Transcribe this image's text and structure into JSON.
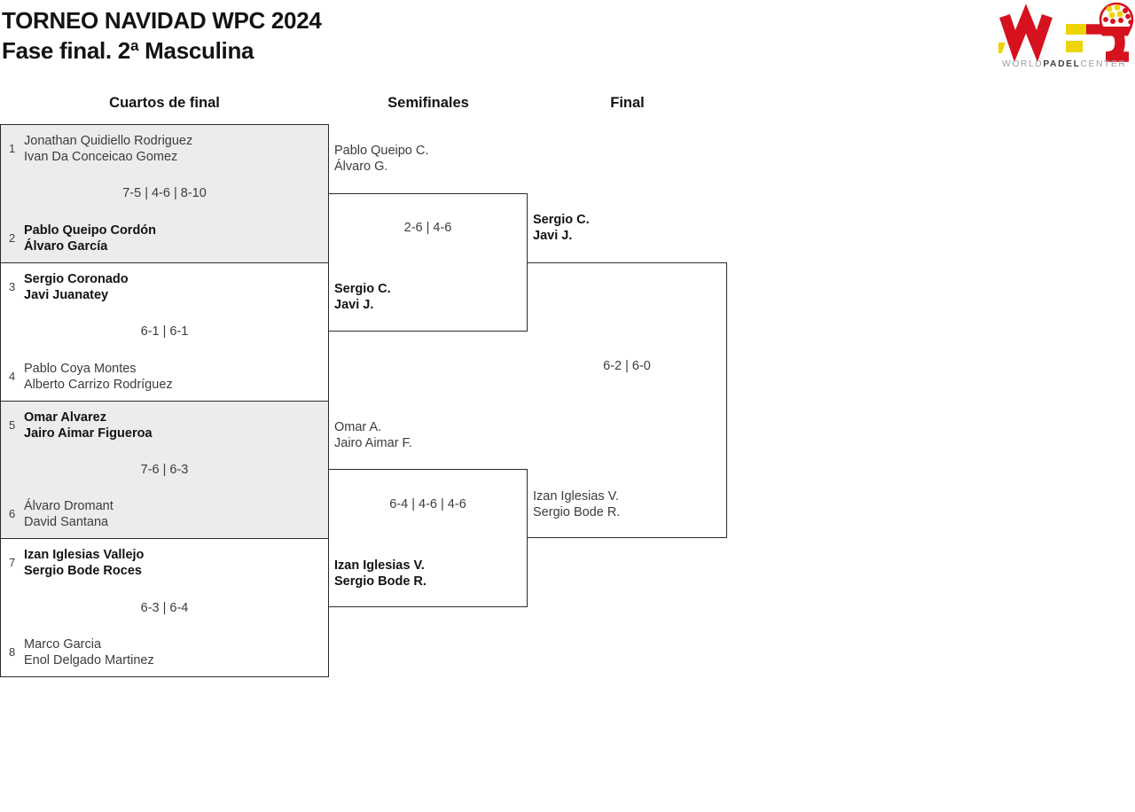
{
  "header": {
    "title_line1": "TORNEO NAVIDAD WPC 2024",
    "title_line2": "Fase final. 2ª Masculina"
  },
  "logo": {
    "caption_world": "WORLD",
    "caption_padel": "PADEL",
    "caption_center": "CENTER"
  },
  "colors": {
    "brand_red": "#d5121e",
    "brand_yellow": "#eed404",
    "caption_gray": "#9b9ca0",
    "caption_dark": "#3f3f44",
    "shaded_row": "#ececec",
    "border": "#2b2b2b",
    "text": "#3c3c3c",
    "winner_text": "#131313"
  },
  "columns": [
    {
      "label": "Cuartos de final"
    },
    {
      "label": "Semifinales"
    },
    {
      "label": "Final"
    }
  ],
  "bracket": {
    "quarterfinals": [
      {
        "seed1": "1",
        "team1_line1": "Jonathan Quidiello Rodriguez",
        "team1_line2": "Ivan Da Conceicao Gomez",
        "team1_winner": false,
        "score": "7-5 | 4-6 | 8-10",
        "seed2": "2",
        "team2_line1": "Pablo Queipo Cordón",
        "team2_line2": "Álvaro García",
        "team2_winner": true
      },
      {
        "seed1": "3",
        "team1_line1": "Sergio Coronado",
        "team1_line2": "Javi Juanatey",
        "team1_winner": true,
        "score": "6-1 | 6-1",
        "seed2": "4",
        "team2_line1": "Pablo Coya Montes",
        "team2_line2": "Alberto Carrizo Rodríguez",
        "team2_winner": false
      },
      {
        "seed1": "5",
        "team1_line1": "Omar Alvarez",
        "team1_line2": "Jairo Aimar Figueroa",
        "team1_winner": true,
        "score": "7-6 | 6-3",
        "seed2": "6",
        "team2_line1": "Álvaro Dromant",
        "team2_line2": "David Santana",
        "team2_winner": false
      },
      {
        "seed1": "7",
        "team1_line1": "Izan Iglesias Vallejo",
        "team1_line2": "Sergio Bode Roces",
        "team1_winner": true,
        "score": "6-3 | 6-4",
        "seed2": "8",
        "team2_line1": "Marco Garcia",
        "team2_line2": "Enol Delgado Martinez",
        "team2_winner": false
      }
    ],
    "semifinals": [
      {
        "team1_line1": "Pablo Queipo C.",
        "team1_line2": "Álvaro G.",
        "team1_winner": false,
        "score": "2-6 | 4-6",
        "team2_line1": "Sergio C.",
        "team2_line2": "Javi J.",
        "team2_winner": true
      },
      {
        "team1_line1": "Omar A.",
        "team1_line2": "Jairo Aimar F.",
        "team1_winner": false,
        "score": "6-4 | 4-6 | 4-6",
        "team2_line1": "Izan Iglesias V.",
        "team2_line2": "Sergio Bode R.",
        "team2_winner": true
      }
    ],
    "final": {
      "team1_line1": "Sergio C.",
      "team1_line2": "Javi J.",
      "team1_winner": true,
      "score": "6-2 | 6-0",
      "team2_line1": "Izan Iglesias V.",
      "team2_line2": "Sergio Bode R.",
      "team2_winner": false
    }
  }
}
